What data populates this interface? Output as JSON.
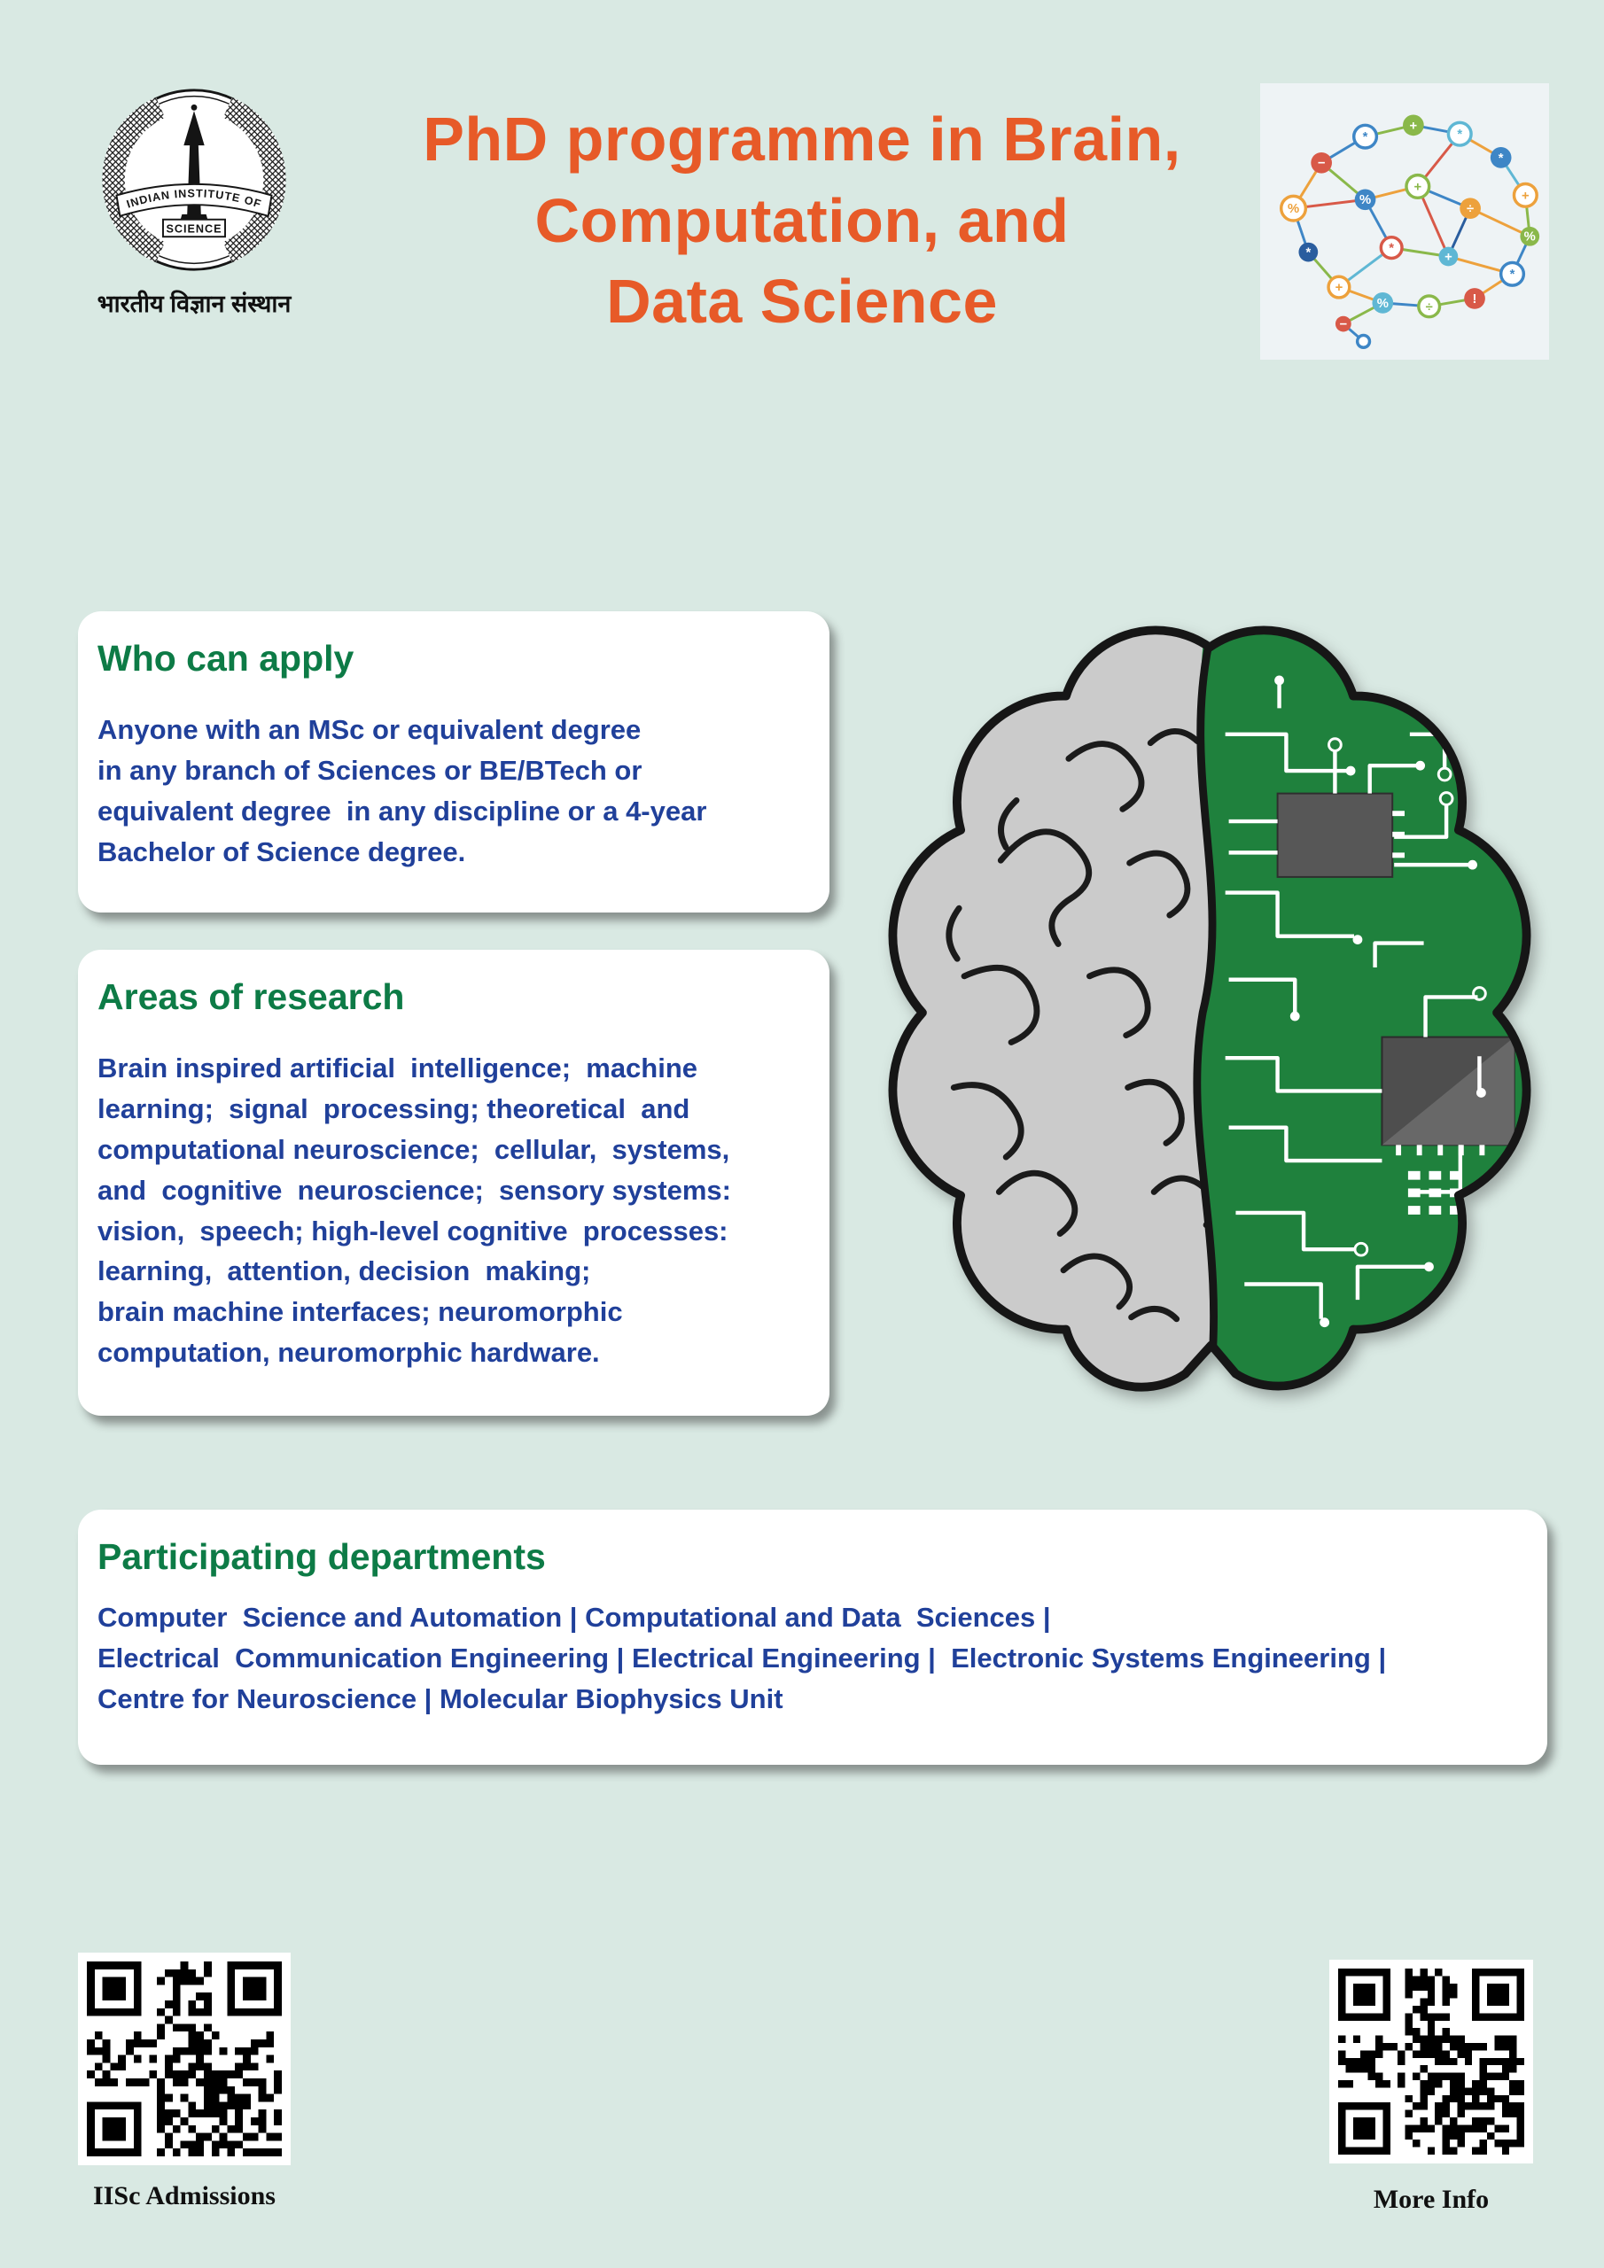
{
  "header": {
    "title_lines": [
      "PhD programme in Brain,",
      "Computation, and",
      "Data Science"
    ]
  },
  "logo": {
    "ring_text_top": "INDIAN INSTITUTE OF",
    "ring_text_bottom": "SCIENCE",
    "devanagari_text": "भारतीय विज्ञान संस्थान"
  },
  "cards": {
    "who_can_apply": {
      "heading": "Who can apply",
      "lines": [
        "Anyone with an MSc or equivalent degree",
        "in any branch of Sciences or BE/BTech or",
        "equivalent degree  in any discipline or a 4-year",
        "Bachelor of Science degree."
      ]
    },
    "areas_of_research": {
      "heading": "Areas of research",
      "lines": [
        "Brain inspired artificial  intelligence;  machine",
        "learning;  signal  processing; theoretical  and",
        "computational neuroscience;  cellular,  systems,",
        "and  cognitive  neuroscience;  sensory systems:",
        "vision,  speech; high-level cognitive  processes:",
        "learning,  attention, decision  making;",
        "brain machine interfaces; neuromorphic",
        "computation, neuromorphic hardware."
      ]
    },
    "participating_departments": {
      "heading": "Participating departments",
      "lines": [
        "Computer  Science and Automation | Computational and Data  Sciences |",
        "Electrical  Communication Engineering | Electrical Engineering |  Electronic Systems Engineering |",
        "Centre for Neuroscience | Molecular Biophysics Unit"
      ]
    }
  },
  "footer": {
    "qr_left_label": "IISc Admissions",
    "qr_right_label": "More Info"
  },
  "colors": {
    "background": "#d9e9e3",
    "title_orange": "#e75a28",
    "heading_green": "#0d7b46",
    "body_blue": "#20409a",
    "circuit_green": "#1f813d"
  }
}
